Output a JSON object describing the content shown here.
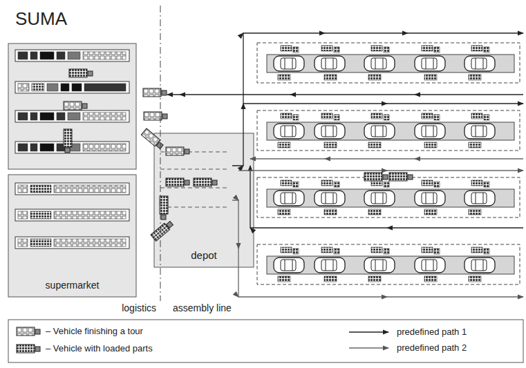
{
  "diagram": {
    "title": "SUMA",
    "nodes": [
      {
        "text": [
          "supermarket"
        ]
      },
      {
        "text": [
          "depot"
        ]
      }
    ],
    "labels": [
      "logistics",
      "assembly line"
    ],
    "legend": [
      {
        "text": "– Vehicle finishing a tour"
      },
      {
        "text": "– Vehicle with loaded parts"
      },
      {
        "text": "predefined path 1"
      },
      {
        "text": "predefined path 2"
      }
    ]
  }
}
